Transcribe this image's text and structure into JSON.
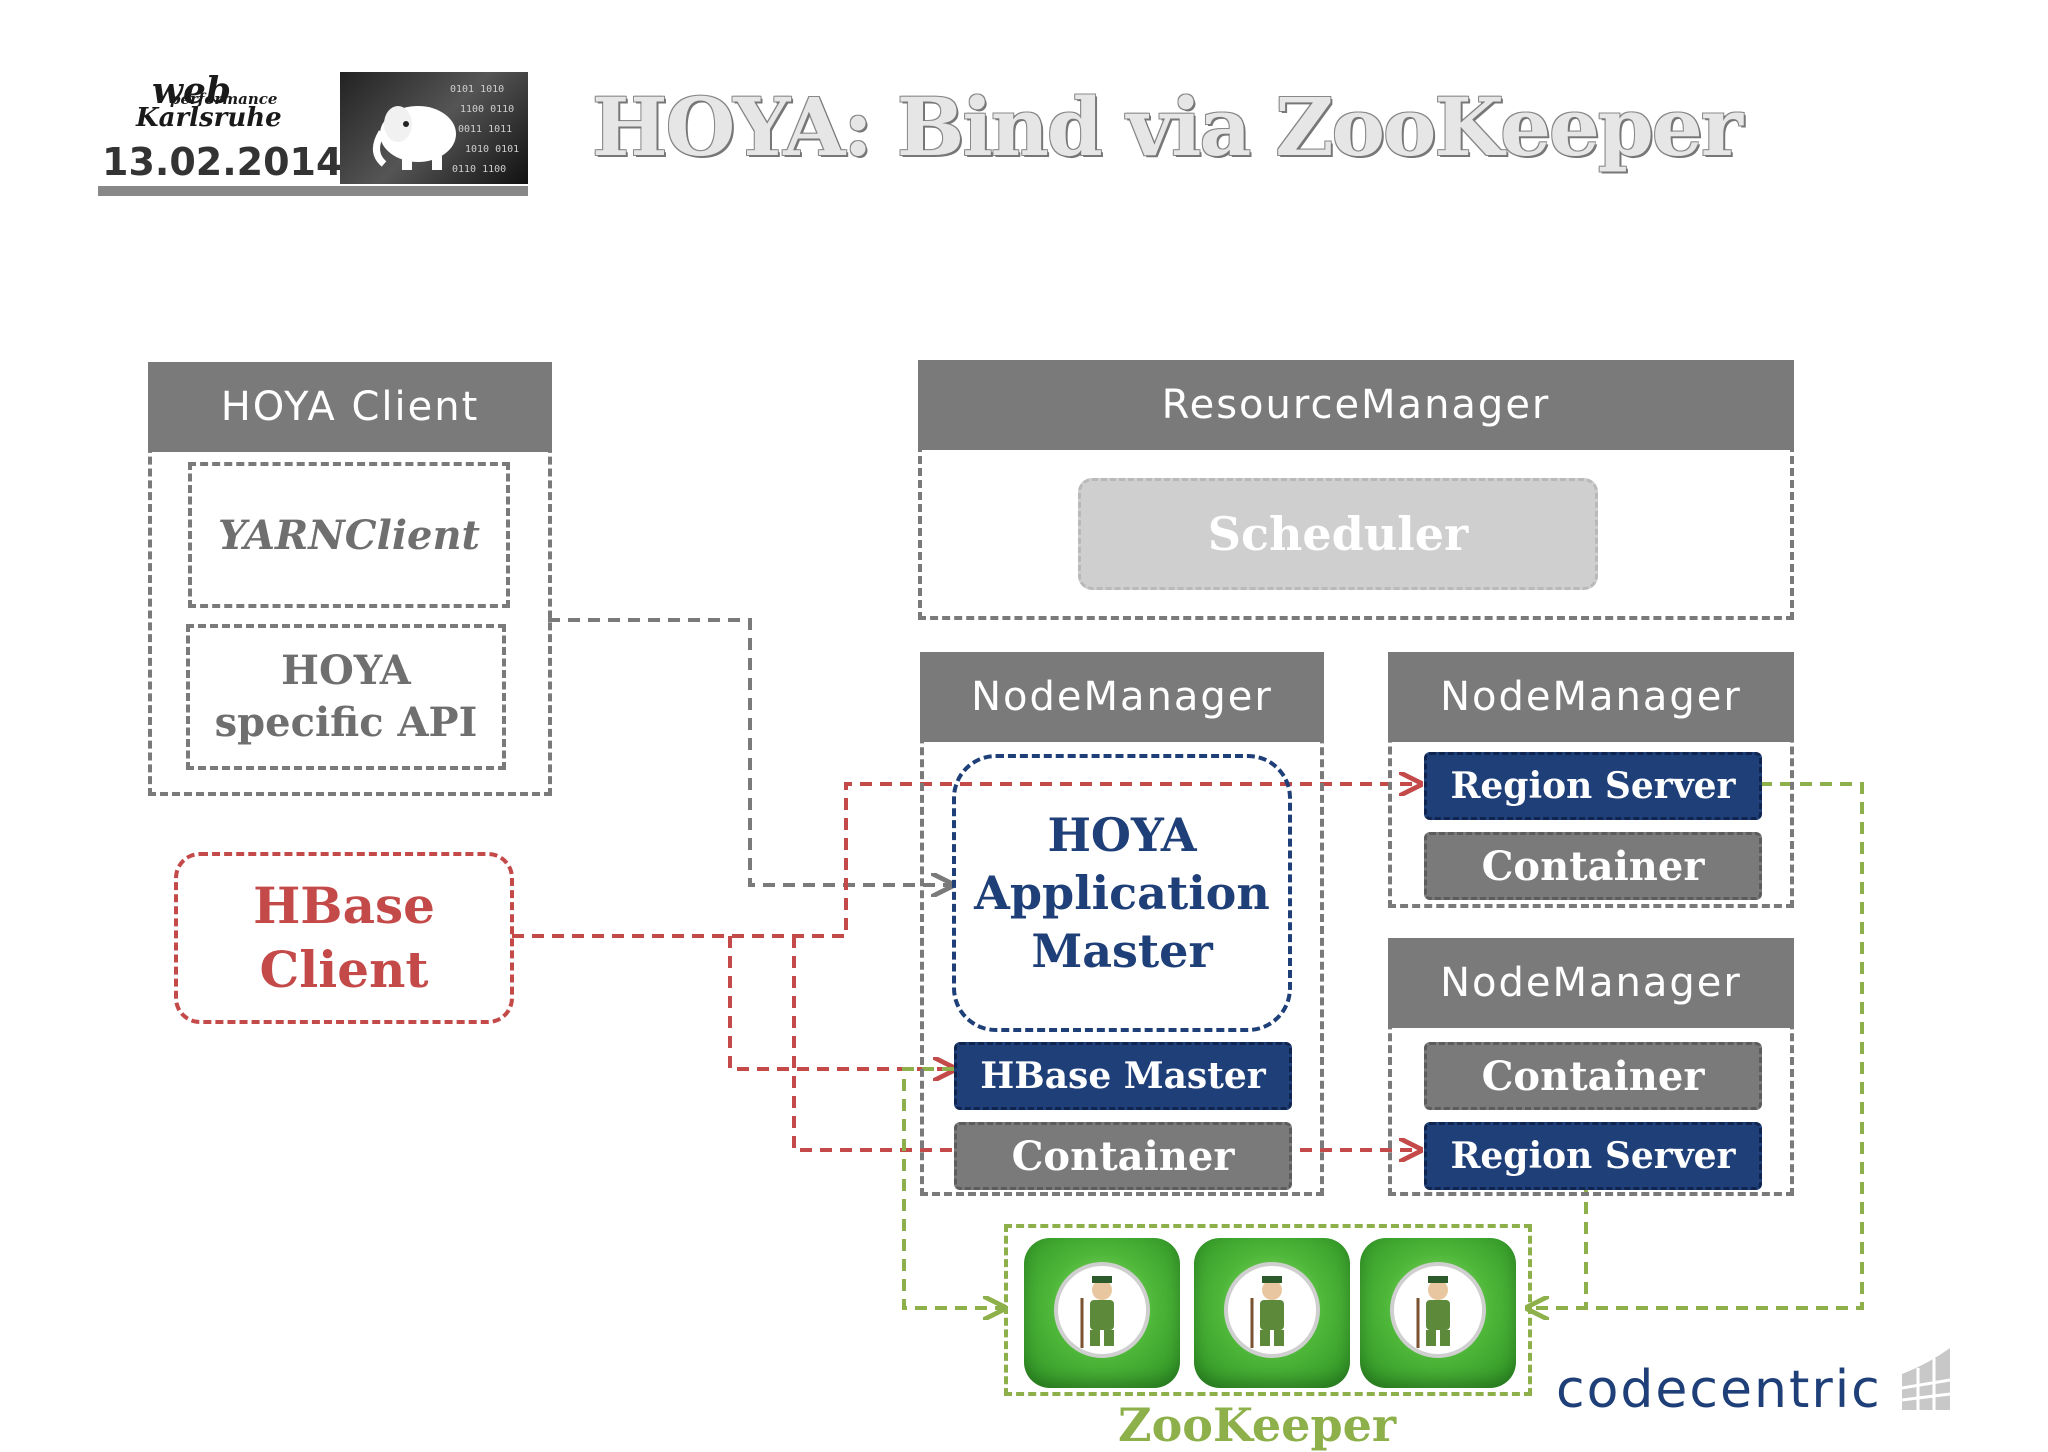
{
  "header": {
    "logo_word": "web",
    "logo_sub1": "performance",
    "logo_sub2": "Karlsruhe",
    "date": "13.02.2014",
    "title": "HOYA: Bind via ZooKeeper"
  },
  "hoya_client": {
    "title": "HOYA Client",
    "yarn_client": "YARNClient",
    "api_line1": "HOYA",
    "api_line2": "specific API"
  },
  "hbase_client": {
    "line1": "HBase",
    "line2": "Client"
  },
  "resource_manager": {
    "title": "ResourceManager",
    "scheduler": "Scheduler"
  },
  "node_manager_main": {
    "title": "NodeManager",
    "am_line1": "HOYA",
    "am_line2": "Application",
    "am_line3": "Master",
    "hbase_master": "HBase Master",
    "container": "Container"
  },
  "node_manager_top": {
    "title": "NodeManager",
    "region_server": "Region Server",
    "container": "Container"
  },
  "node_manager_bottom": {
    "title": "NodeManager",
    "container": "Container",
    "region_server": "Region Server"
  },
  "zookeeper": {
    "label": "ZooKeeper"
  },
  "brand": {
    "name": "codecentric"
  },
  "colors": {
    "grey": "#7a7a7a",
    "navy": "#1f3f78",
    "red": "#c44a4a",
    "green": "#8db04a"
  }
}
